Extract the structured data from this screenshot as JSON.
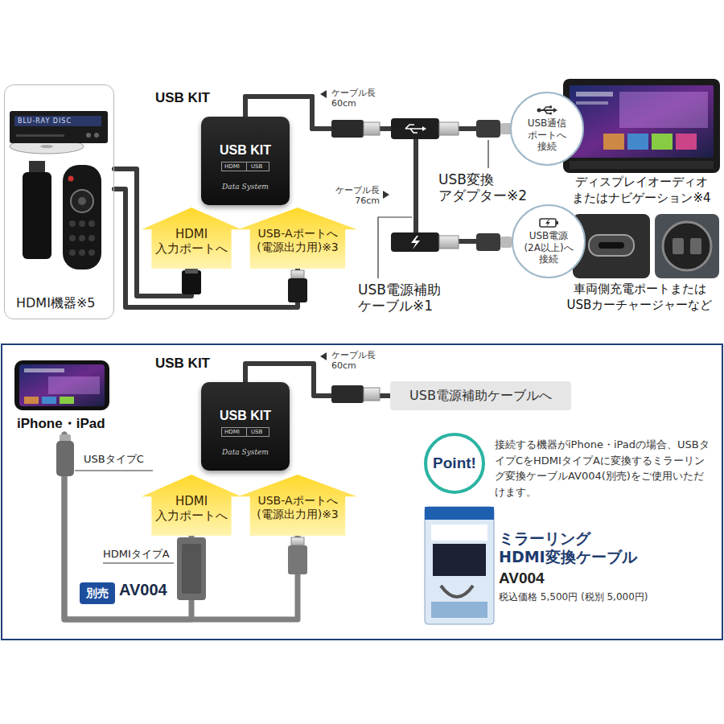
{
  "diagram": {
    "nodes": [
      {
        "text": [
          "HDMI機器※5"
        ]
      },
      {
        "text": [
          "USB KIT",
          "USB KIT",
          "HDMI",
          "USB",
          "Data System"
        ]
      },
      {
        "text": [
          "HDMI 入力ポートへ"
        ]
      },
      {
        "text": [
          "USB-Aポートへ (電源出力用)※3"
        ]
      },
      {
        "text": [
          "USB通信 ポートへ 接続"
        ]
      },
      {
        "text": [
          "USB電源 (2A以上)へ 接続"
        ]
      },
      {
        "text": [
          "iPhone・iPad"
        ]
      },
      {
        "text": [
          "USB KIT",
          "USB KIT",
          "HDMI",
          "USB",
          "Data System"
        ]
      },
      {
        "text": [
          "USB電源補助ケーブルへ"
        ]
      },
      {
        "text": [
          "HDMI 入力ポートへ"
        ]
      },
      {
        "text": [
          "USB-Aポートへ (電源出力用)※3"
        ]
      },
      {
        "text": [
          "別売"
        ]
      },
      {
        "text": [
          "Point!"
        ]
      }
    ],
    "edges": [
      {
        "from": 0,
        "to": 2,
        "arrow": "none"
      },
      {
        "from": 0,
        "to": 3,
        "arrow": "none"
      },
      {
        "from": 1,
        "to": 4,
        "arrow": "none"
      },
      {
        "from": 1,
        "to": 5,
        "arrow": "none"
      },
      {
        "from": 7,
        "to": 8,
        "arrow": "none"
      },
      {
        "from": 6,
        "to": 9,
        "arrow": "none"
      },
      {
        "from": 6,
        "to": 10,
        "arrow": "none"
      }
    ],
    "labels": [
      "BLU-RAY DISC",
      "ケーブル長 60cm",
      "ケーブル長 76cm",
      "USB変換 アダプター※2",
      "USB電源補助 ケーブル※1",
      "ディスプレイオーディオ またはナビゲーション※4",
      "車両側充電ポートまたは USBカーチャージャーなど",
      "ケーブル長 60cm",
      "USBタイプC",
      "HDMIタイプA",
      "AV004",
      "接続する機器がiPhone・iPadの場合、USBタイプCをHDMIタイプAに変換するミラーリング変換ケーブルAV004(別売)をご使用いただけます。",
      "ミラーリング HDMI変換ケーブル",
      "AV004",
      "税込価格 5,500円 (税別 5,000円)"
    ]
  }
}
